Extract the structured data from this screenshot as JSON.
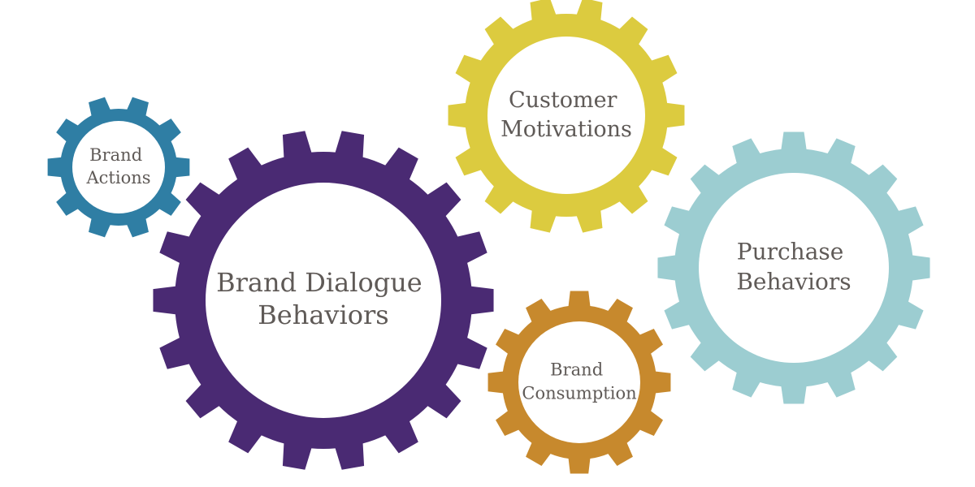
{
  "diagram": {
    "gears": [
      {
        "id": "brand-actions",
        "label_lines": [
          "Brand",
          "Actions"
        ],
        "color": "#2f7ea4"
      },
      {
        "id": "brand-dialogue-behaviors",
        "label_lines": [
          "Brand Dialogue",
          "Behaviors"
        ],
        "color": "#4a2a73"
      },
      {
        "id": "customer-motivations",
        "label_lines": [
          "Customer",
          "Motivations"
        ],
        "color": "#dccb3f"
      },
      {
        "id": "brand-consumption",
        "label_lines": [
          "Brand",
          "Consumption"
        ],
        "color": "#c7892d"
      },
      {
        "id": "purchase-behaviors",
        "label_lines": [
          "Purchase",
          "Behaviors"
        ],
        "color": "#9ccdd1"
      }
    ]
  }
}
